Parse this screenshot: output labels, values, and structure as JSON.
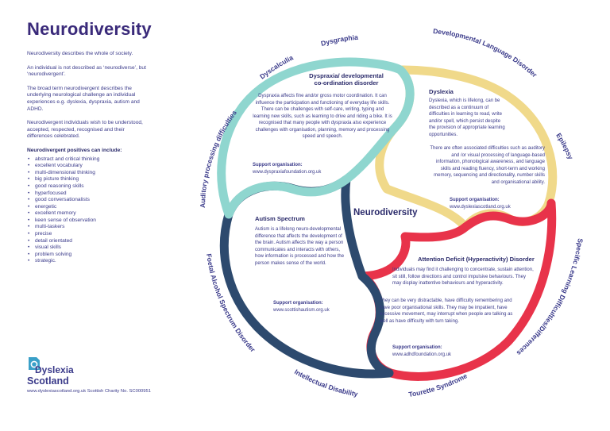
{
  "title": "Neurodiversity",
  "intro": [
    "Neurodiversity describes the whole of society.",
    "An individual is not described as ‘neurodiverse’, but ‘neurodivergent’.",
    "The broad term neurodivergent describes the underlying neurological challenge an individual experiences e.g. dyslexia, dyspraxia, autism and ADHD.",
    "Neurodivergent individuals wish to be understood, accepted, respected, recognised and their differences celebrated."
  ],
  "positives_heading": "Neurodivergent positives can include:",
  "positives": [
    "abstract and critical thinking",
    "excellent vocabulary",
    "multi-dimensional thinking",
    "big picture thinking",
    "good reasoning skills",
    "hyperfocused",
    "good conversationalists",
    "energetic",
    "excellent memory",
    "keen sense of observation",
    "multi-taskers",
    "precise",
    "detail orientated",
    "visual skills",
    "problem solving",
    "strategic."
  ],
  "center": "Neurodiversity",
  "ring_labels": {
    "dysgraphia": "Dysgraphia",
    "developmental_language": "Developmental Language Disorder",
    "dyscalculia": "Dyscalculia",
    "auditory": "Auditory processing difficulties",
    "epilepsy": "Epilepsy",
    "specific": "Specific Learning Difficulties/Differences",
    "fasd": "Foetal Alcohol Spectrum Disorder",
    "intellectual": "Intellectual Disability",
    "tourette": "Tourette Syndrome"
  },
  "sections": {
    "dyspraxia": {
      "title": "Dyspraxia/ developmental co-ordination disorder",
      "text": "Dyspraxia affects fine and/or gross motor coordination. It can influence the participation and functioning of everyday life skills. There can be challenges with self-care, writing, typing and learning new skills, such as learning to drive and riding a bike. It is recognised that many people with dyspraxia also experience challenges with organisation, planning, memory and processing speed and speech.",
      "support_label": "Support organisation:",
      "support_url": "www.dyspraxiafoundation.org.uk"
    },
    "dyslexia": {
      "title": "Dyslexia",
      "text1": "Dyslexia, which is lifelong, can be described as a continuum of difficulties in learning to read, write and/or spell, which persist despite the provision of appropriate learning opportunities.",
      "text2": "There are often associated difficulties such as auditory and /or visual processing of language-based information, phonological awareness, and language skills and reading fluency, short-term and working memory, sequencing and directionality, number skills and organisational ability.",
      "support_label": "Support organisation:",
      "support_url": "www.dyslexiascotland.org.uk"
    },
    "autism": {
      "title": "Autism Spectrum",
      "text": "Autism is a lifelong neuro-developmental difference that affects the development of the brain. Autism affects the way a person communicates and interacts with others, how information is processed and how the person makes sense of the world.",
      "support_label": "Support organisation:",
      "support_url": "www.scottishautism.org.uk"
    },
    "adhd": {
      "title": "Attention Deficit (Hyperactivity) Disorder",
      "text1": "Individuals may find it challenging to concentrate, sustain attention, sit still, follow directions and control impulsive behaviours. They may display inattentive behaviours and hyperactivity.",
      "text2": "They can be very distractable, have difficulty remembering and have poor organisational skills. They may be impatient, have excessive movement, may interrupt when people are talking as well as have difficulty with turn taking.",
      "support_label": "Support organisation:",
      "support_url": "www.adhdfoundation.org.uk"
    }
  },
  "logo": {
    "line1": "Dyslexia",
    "line2": "Scotland"
  },
  "footer": "www.dyslexiascotland.org.uk  Scottish Charity No. SC000951",
  "colors": {
    "teal": "#8fd6cf",
    "yellow": "#f0d98a",
    "navy": "#2d4a6e",
    "red": "#e8334a",
    "purple": "#3a2a7a",
    "outer_ring": "#d5ecea"
  }
}
